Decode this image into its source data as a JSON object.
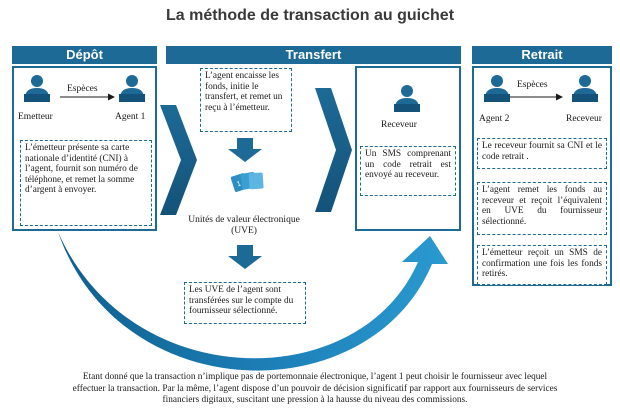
{
  "title": "La méthode de transaction au guichet",
  "colors": {
    "primary": "#1d6a96",
    "accent": "#2a9ad0",
    "light": "#6cc0e6"
  },
  "depot": {
    "header": "Dépôt",
    "arrow_label": "Espèces",
    "left_person_label": "Emetteur",
    "right_person_label": "Agent 1",
    "note": "L’émetteur présente sa carte nationale d’identité (CNI) à l’agent, fournit son numéro de téléphone, et remet la somme d’argent à envoyer."
  },
  "transfert": {
    "header": "Transfert",
    "note_top": "L’agent encaisse les fonds, initie le transfert, et remet un reçu à l’émetteur.",
    "uve_label_line1": "Unités de valeur électronique",
    "uve_label_line2": "(UVE)",
    "note_bottom": "Les UVE de l’agent sont transférées sur le compte du fournisseur sélectionné.",
    "receiver_label": "Receveur",
    "receiver_note": "Un SMS comprenant un code retrait est envoyé au receveur."
  },
  "retrait": {
    "header": "Retrait",
    "arrow_label": "Espèces",
    "left_person_label": "Agent 2",
    "right_person_label": "Receveur",
    "note1": "Le receveur fournit sa CNI et le code retrait .",
    "note2": "L’agent remet les fonds au receveur et reçoit l’équivalent en UVE du fournisseur sélectionné.",
    "note3": "L’émetteur reçoit un SMS de confirmation une fois les fonds retirés."
  },
  "icons": [
    "person-icon",
    "right-arrow-icon",
    "down-arrow-icon",
    "chevron-arrow-icon",
    "uve-cards-icon",
    "curved-arrow-icon"
  ],
  "footer": {
    "line1": "Etant donné que la transaction n’implique pas de portemonnaie électronique, l’agent 1 peut choisir le fournisseur avec lequel",
    "line2": "effectuer la transaction. Par la même, l’agent dispose d’un pouvoir de décision significatif par rapport aux fournisseurs de services",
    "line3": "financiers digitaux,  suscitant une pression à la hausse du niveau des commissions."
  }
}
